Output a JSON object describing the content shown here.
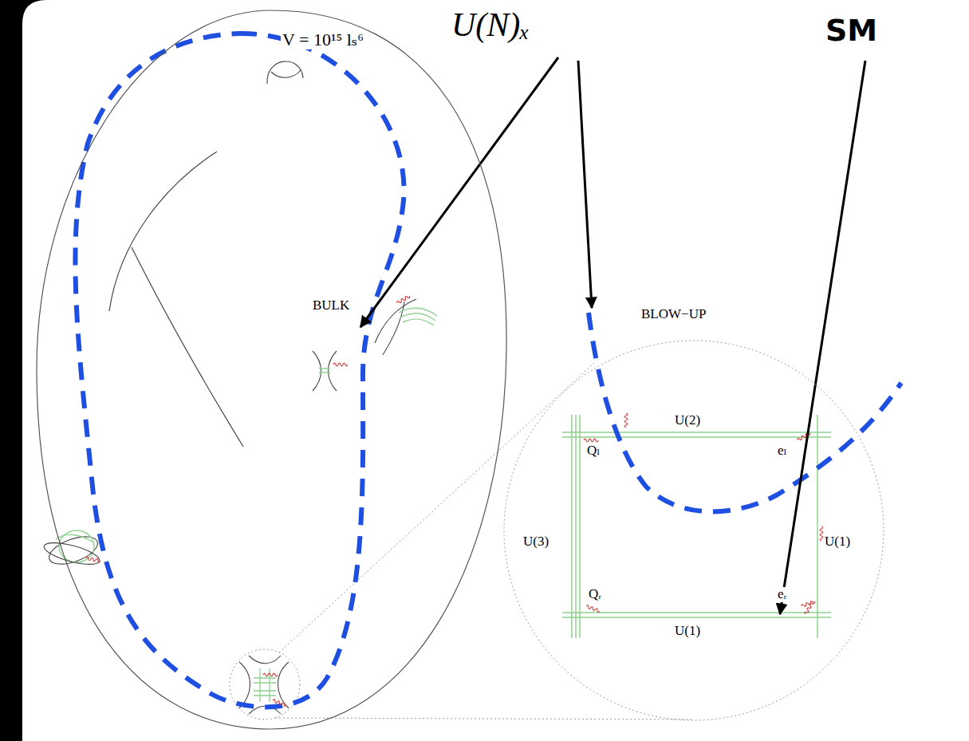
{
  "diagram": {
    "nodes": [
      {
        "text": [
          "V = 10¹⁵ lₛ⁶",
          "BULK"
        ]
      },
      {
        "text": [
          "BLOW−UP"
        ]
      }
    ],
    "labels": [
      "U(N)ₓ",
      "SM",
      "U(2)",
      "Qₗ",
      "eₗ",
      "U(3)",
      "U(1)",
      "Qᵣ",
      "eᵣ",
      "U(1)"
    ]
  }
}
